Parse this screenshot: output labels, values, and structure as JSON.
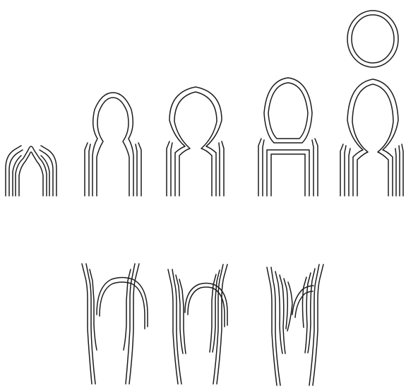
{
  "figure": {
    "caption": "",
    "rows": [
      {
        "row": "top",
        "stages": [
          {
            "id": "stage-1",
            "icon": "budding-tip"
          },
          {
            "id": "stage-2",
            "icon": "constricted-bulb"
          },
          {
            "id": "stage-3",
            "icon": "pinching-bulb"
          },
          {
            "id": "stage-4",
            "icon": "bridged-bulb"
          },
          {
            "id": "stage-5",
            "icon": "detached-ring"
          }
        ]
      },
      {
        "row": "bottom",
        "stages": [
          {
            "id": "layer-1",
            "icon": "two-layer-arch"
          },
          {
            "id": "layer-2",
            "icon": "three-layer-arch"
          },
          {
            "id": "layer-3",
            "icon": "fanned-layers"
          }
        ]
      }
    ],
    "colors": {
      "line": "#1c1c1c",
      "background": "#ffffff"
    }
  }
}
